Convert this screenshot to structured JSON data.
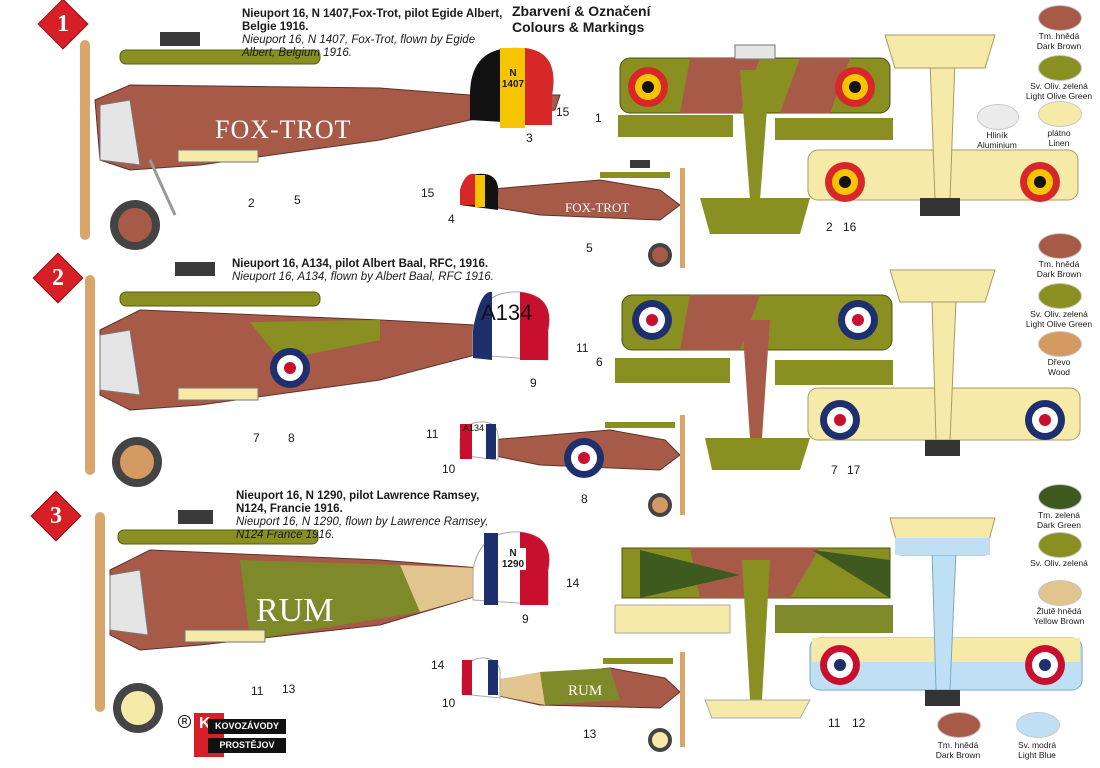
{
  "header": {
    "title_cz": "Zbarvení & Označení",
    "title_en": "Colours & Markings"
  },
  "schemes": [
    {
      "number": "1",
      "caption_bold": "Nieuport 16, N 1407,Fox-Trot, pilot Egide Albert, Belgie 1916.",
      "caption_italic": "Nieuport 16, N 1407, Fox-Trot, flown by Egide Albert, Belgium 1916.",
      "side_text": "FOX-TROT",
      "rudder_text": "N 1407"
    },
    {
      "number": "2",
      "caption_bold": "Nieuport 16, A134, pilot Albert Baal, RFC, 1916.",
      "caption_italic": "Nieuport 16, A134, flown by Albert Baal, RFC 1916.",
      "rudder_text": "A134"
    },
    {
      "number": "3",
      "caption_bold": "Nieuport 16, N 1290, pilot Lawrence Ramsey, N124, Francie 1916.",
      "caption_italic": "Nieuport 16, N 1290, flown by Lawrence Ramsey, N124 France 1916.",
      "side_text": "RUM",
      "rudder_text": "N 1290"
    }
  ],
  "callouts": {
    "s1": [
      "1",
      "2",
      "3",
      "4",
      "5",
      "5",
      "15",
      "15",
      "2",
      "16"
    ],
    "s2": [
      "6",
      "7",
      "8",
      "9",
      "11",
      "10",
      "11",
      "8",
      "7",
      "17"
    ],
    "s3": [
      "9",
      "11",
      "13",
      "14",
      "14",
      "10",
      "13",
      "11",
      "12"
    ]
  },
  "swatches": [
    {
      "label_cz": "Tm. hnědá",
      "label_en": "Dark Brown",
      "color": "#a85a48"
    },
    {
      "label_cz": "Sv. Oliv. zelená",
      "label_en": "Light Olive Green",
      "color": "#8a8f22"
    },
    {
      "label_cz": "Hliník",
      "label_en": "Aluminium",
      "color": "#ececec"
    },
    {
      "label_cz": "plátno",
      "label_en": "Linen",
      "color": "#f6eaa8"
    },
    {
      "label_cz": "Tm. hnědá",
      "label_en": "Dark Brown",
      "color": "#a85a48"
    },
    {
      "label_cz": "Sv. Oliv. zelená",
      "label_en": "Light Olive Green",
      "color": "#8a8f22"
    },
    {
      "label_cz": "Dřevo",
      "label_en": "Wood",
      "color": "#d49a62"
    },
    {
      "label_cz": "Tm. zelená",
      "label_en": "Dark Green",
      "color": "#3f5a1e"
    },
    {
      "label_cz": "Sv. Oliv. zelená",
      "label_en": "",
      "color": "#8a8f22"
    },
    {
      "label_cz": "Žlutě hnědá",
      "label_en": "Yellow Brown",
      "color": "#e2c48e"
    },
    {
      "label_cz": "Tm. hnědá",
      "label_en": "Dark Brown",
      "color": "#a85a48"
    },
    {
      "label_cz": "Sv. modrá",
      "label_en": "Light Blue",
      "color": "#bfe0f4"
    }
  ],
  "logo": {
    "line1": "KOVOZÁVODY",
    "line2": "PROSTĚJOV",
    "mark": "K",
    "registered": "R"
  }
}
